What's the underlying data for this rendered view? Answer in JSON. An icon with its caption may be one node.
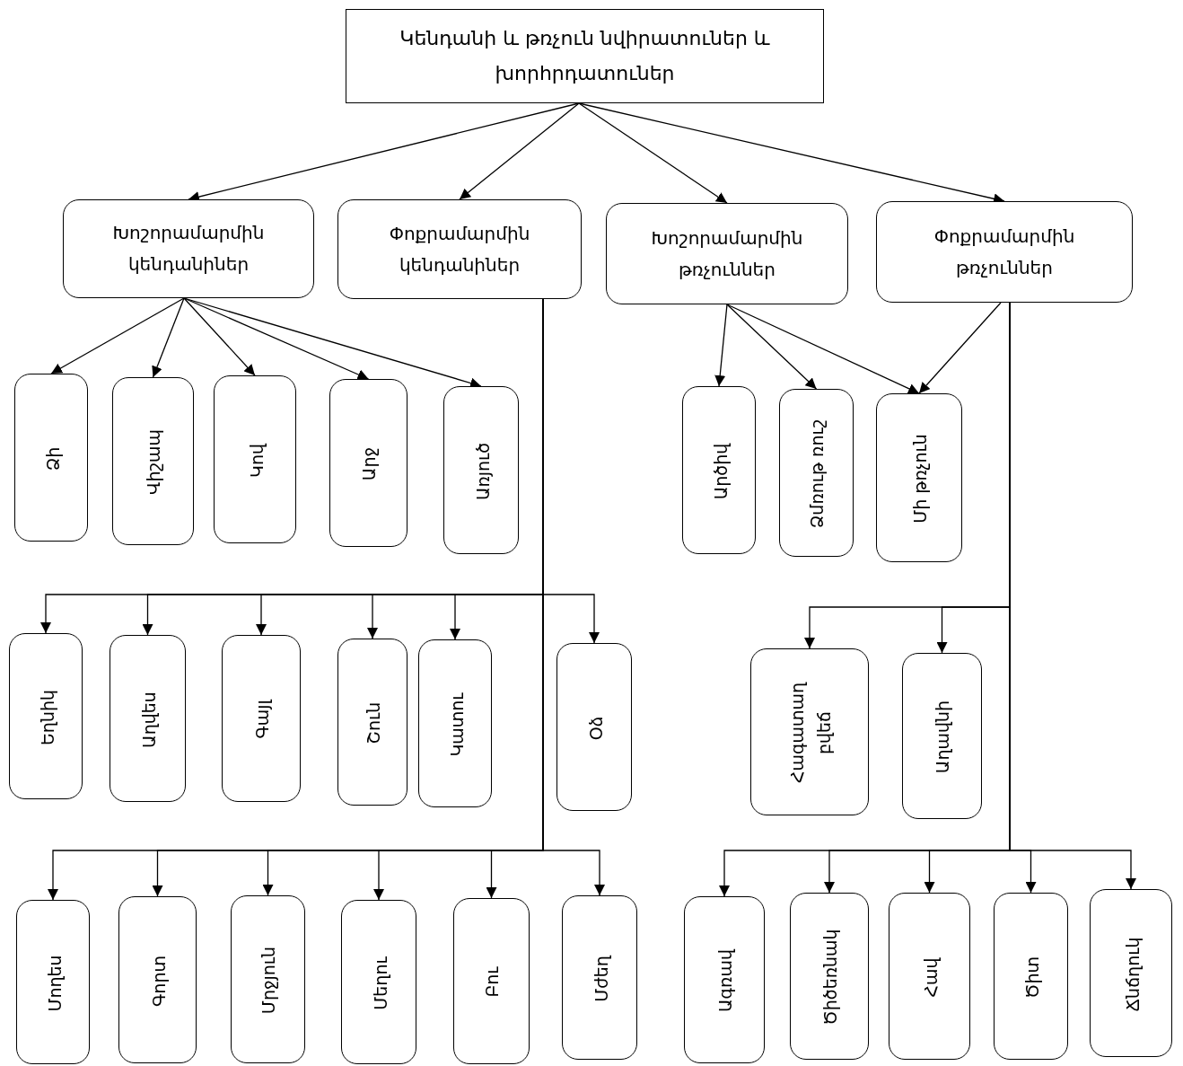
{
  "diagram": {
    "nodes": [
      {
        "text": [
          "Կենդանի և թռչուն նվիրատուներ և խորհրդատուներ"
        ]
      },
      {
        "text": [
          "Խոշորամարմին կենդանիներ"
        ]
      },
      {
        "text": [
          "Փոքրամարմին կենդանիներ"
        ]
      },
      {
        "text": [
          "Խոշորամարմին թռչուններ"
        ]
      },
      {
        "text": [
          "Փոքրամարմին թռչուններ"
        ]
      },
      {
        "text": [
          "Ձի"
        ]
      },
      {
        "text": [
          "Վիշապ"
        ]
      },
      {
        "text": [
          "Կով"
        ]
      },
      {
        "text": [
          "Արջ"
        ]
      },
      {
        "text": [
          "Առյուծ"
        ]
      },
      {
        "text": [
          "Արծիվ"
        ]
      },
      {
        "text": [
          "Ձմռութ ռուշ"
        ]
      },
      {
        "text": [
          "Մի թռչուն"
        ]
      },
      {
        "text": [
          "Եղնիկ"
        ]
      },
      {
        "text": [
          "Աղվես"
        ]
      },
      {
        "text": [
          "Գայլ"
        ]
      },
      {
        "text": [
          "Շուն"
        ]
      },
      {
        "text": [
          "Կատու"
        ]
      },
      {
        "text": [
          "Օձ"
        ]
      },
      {
        "text": [
          "Հագատաղ բվեճ"
        ]
      },
      {
        "text": [
          "Աղավնի"
        ]
      },
      {
        "text": [
          "Մողես"
        ]
      },
      {
        "text": [
          "Գորտ"
        ]
      },
      {
        "text": [
          "Մրջյուն"
        ]
      },
      {
        "text": [
          "Մեղու"
        ]
      },
      {
        "text": [
          "Բու"
        ]
      },
      {
        "text": [
          "Մժեղ"
        ]
      },
      {
        "text": [
          "Ագռավ"
        ]
      },
      {
        "text": [
          "Ծիծեռնակ"
        ]
      },
      {
        "text": [
          "Հավ"
        ]
      },
      {
        "text": [
          "Ծիտ"
        ]
      },
      {
        "text": [
          "Ճնճղուկ"
        ]
      }
    ],
    "edges": [
      {
        "from": 0,
        "to": 1,
        "arrow": "to"
      },
      {
        "from": 0,
        "to": 2,
        "arrow": "to"
      },
      {
        "from": 0,
        "to": 3,
        "arrow": "to"
      },
      {
        "from": 0,
        "to": 4,
        "arrow": "to"
      },
      {
        "from": 1,
        "to": 5,
        "arrow": "to"
      },
      {
        "from": 1,
        "to": 6,
        "arrow": "to"
      },
      {
        "from": 1,
        "to": 7,
        "arrow": "to"
      },
      {
        "from": 1,
        "to": 8,
        "arrow": "to"
      },
      {
        "from": 1,
        "to": 9,
        "arrow": "to"
      },
      {
        "from": 3,
        "to": 10,
        "arrow": "to"
      },
      {
        "from": 3,
        "to": 11,
        "arrow": "to"
      },
      {
        "from": 3,
        "to": 12,
        "arrow": "to"
      },
      {
        "from": 4,
        "to": 12,
        "arrow": "to"
      },
      {
        "from": 2,
        "to": 13,
        "arrow": "to"
      },
      {
        "from": 2,
        "to": 14,
        "arrow": "to"
      },
      {
        "from": 2,
        "to": 15,
        "arrow": "to"
      },
      {
        "from": 2,
        "to": 16,
        "arrow": "to"
      },
      {
        "from": 2,
        "to": 17,
        "arrow": "to"
      },
      {
        "from": 2,
        "to": 18,
        "arrow": "to"
      },
      {
        "from": 4,
        "to": 19,
        "arrow": "to"
      },
      {
        "from": 4,
        "to": 20,
        "arrow": "to"
      },
      {
        "from": 2,
        "to": 21,
        "arrow": "to"
      },
      {
        "from": 2,
        "to": 22,
        "arrow": "to"
      },
      {
        "from": 2,
        "to": 23,
        "arrow": "to"
      },
      {
        "from": 2,
        "to": 24,
        "arrow": "to"
      },
      {
        "from": 2,
        "to": 25,
        "arrow": "to"
      },
      {
        "from": 2,
        "to": 26,
        "arrow": "to"
      },
      {
        "from": 4,
        "to": 27,
        "arrow": "to"
      },
      {
        "from": 4,
        "to": 28,
        "arrow": "to"
      },
      {
        "from": 4,
        "to": 29,
        "arrow": "to"
      },
      {
        "from": 4,
        "to": 30,
        "arrow": "to"
      },
      {
        "from": 4,
        "to": 31,
        "arrow": "to"
      }
    ]
  }
}
